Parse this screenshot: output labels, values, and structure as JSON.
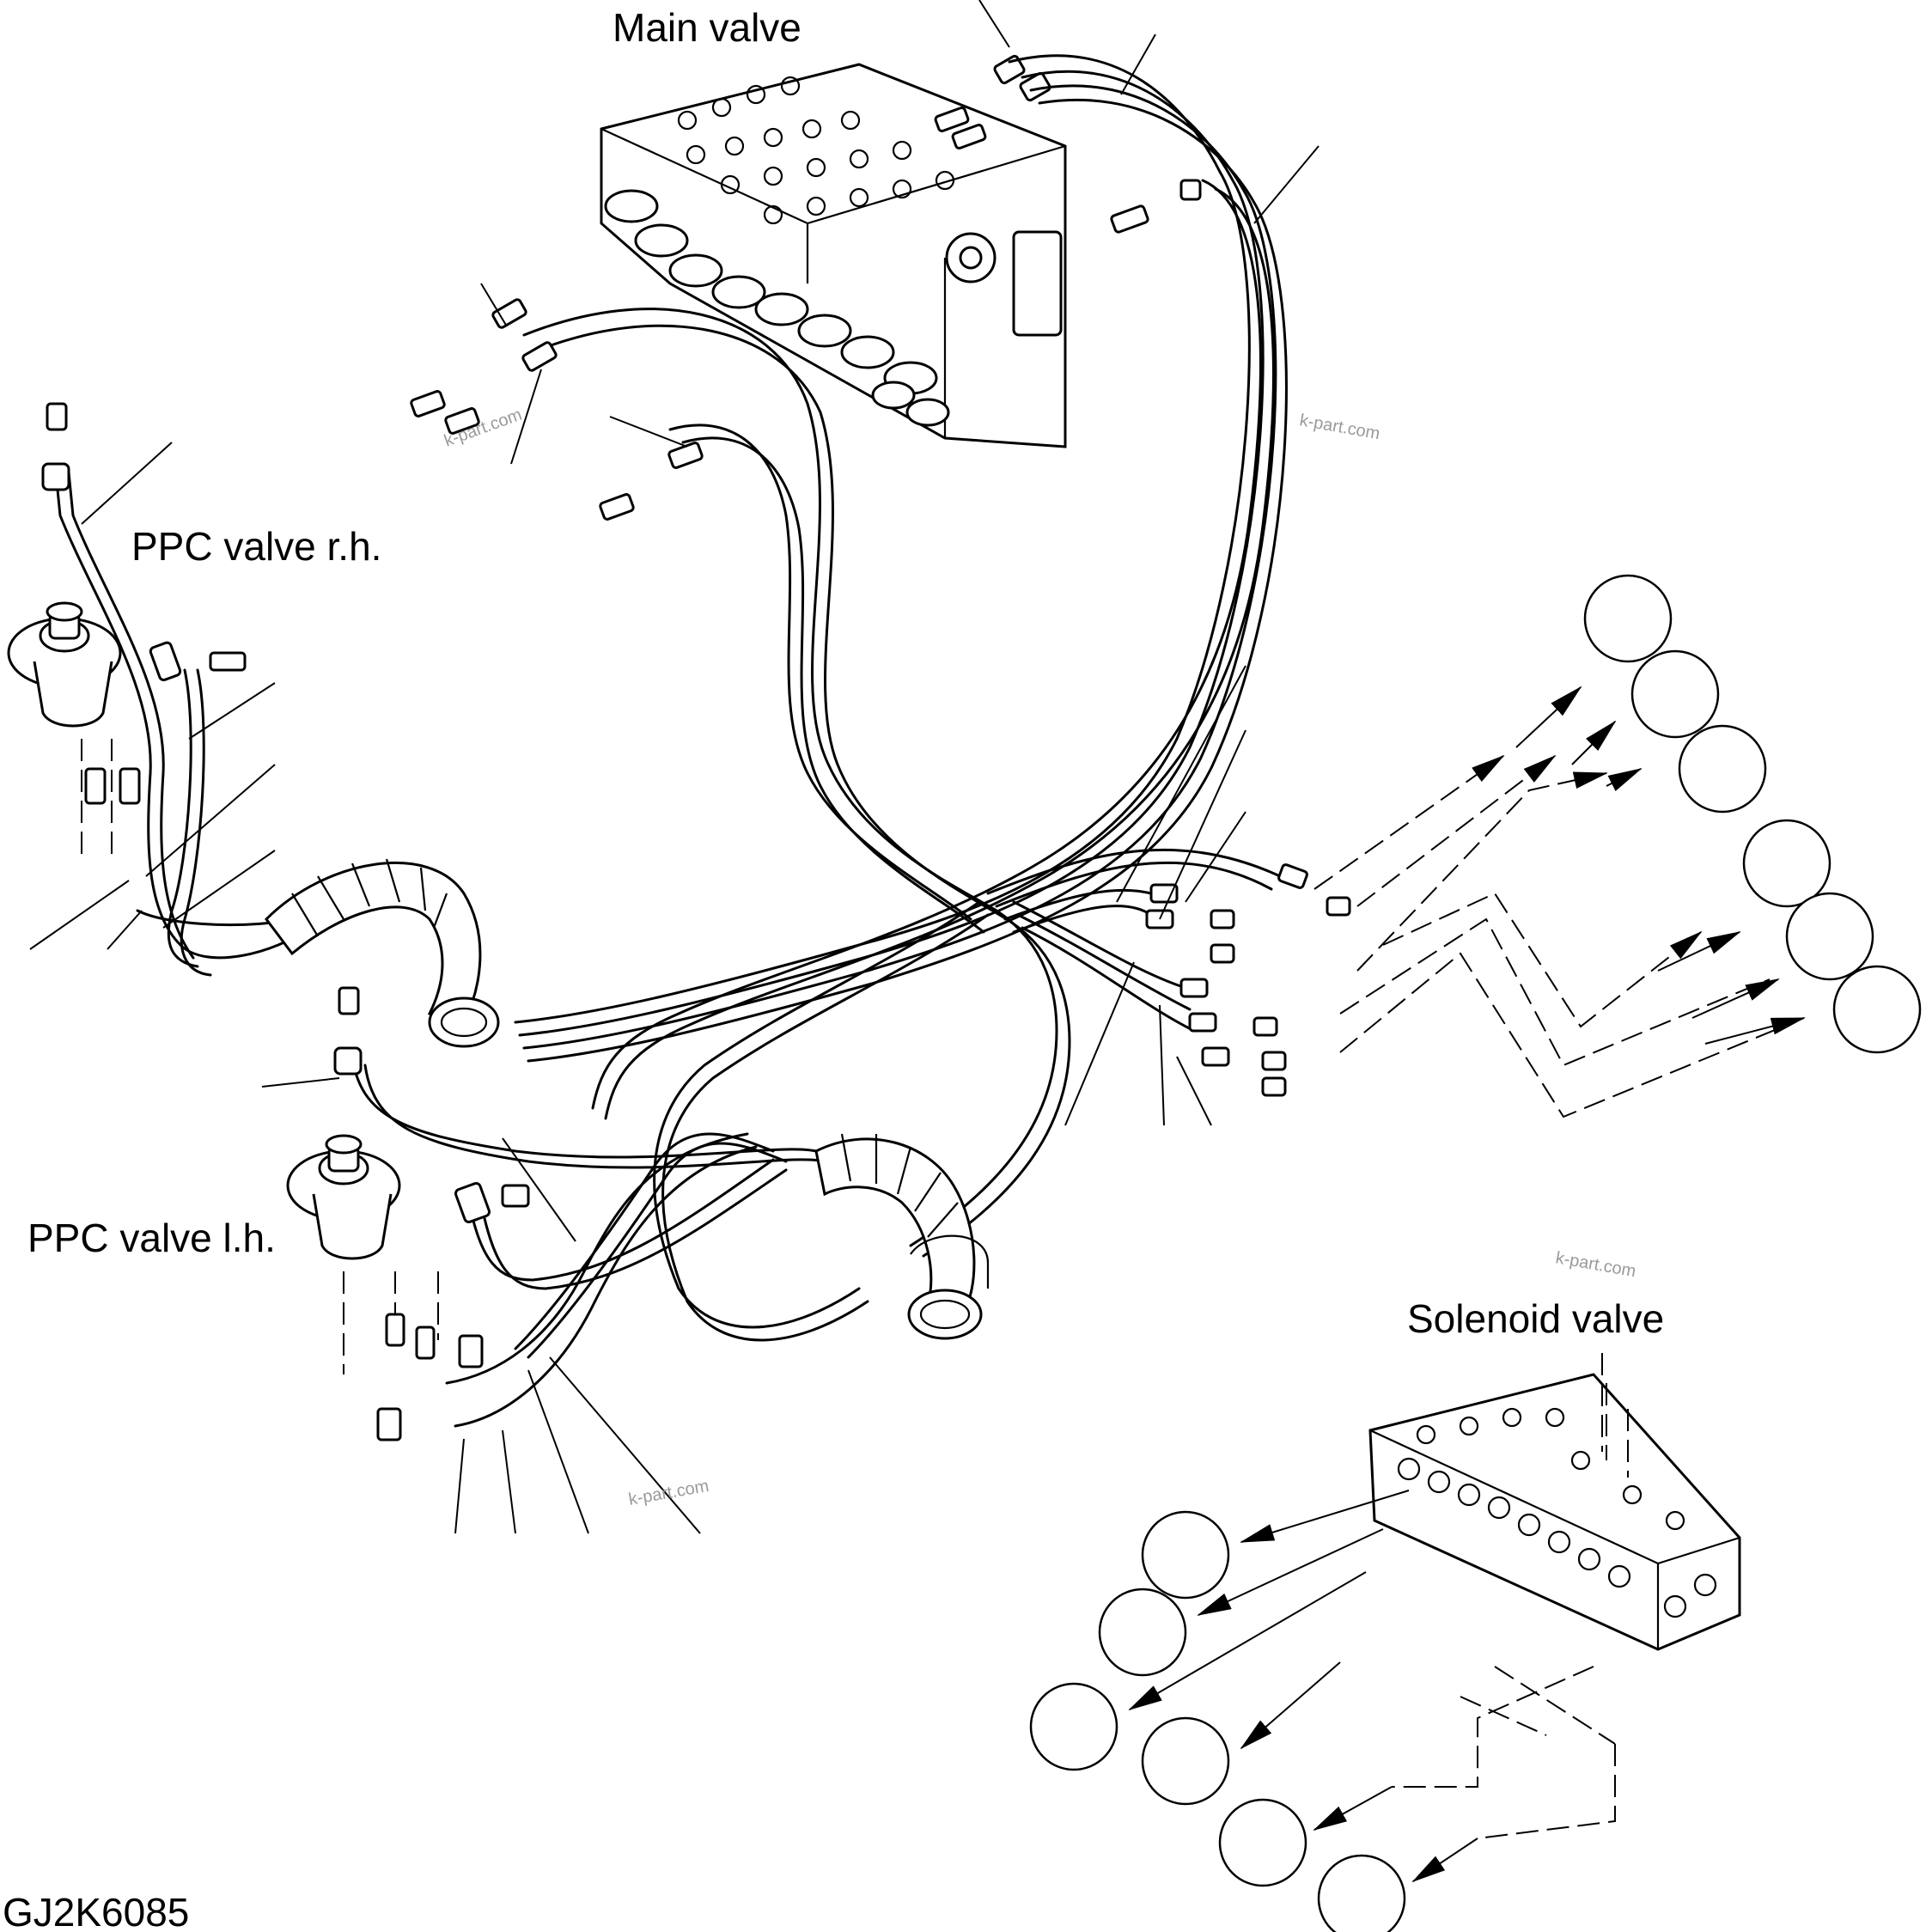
{
  "labels": {
    "main_valve": "Main valve",
    "ppc_rh": "PPC valve r.h.",
    "ppc_lh": "PPC valve l.h.",
    "solenoid_valve": "Solenoid valve",
    "drawing_code": "GJ2K6085"
  },
  "watermark": "k-part.com",
  "colors": {
    "ink": "#000000",
    "paper": "#ffffff",
    "watermark": "#9a9a9a"
  }
}
